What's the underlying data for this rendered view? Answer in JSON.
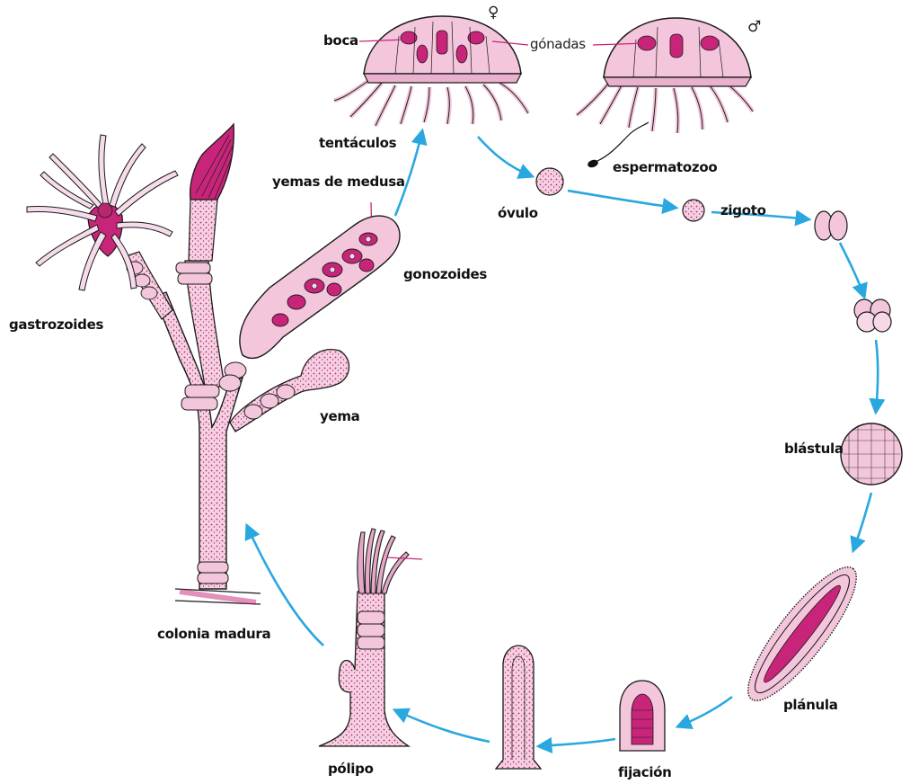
{
  "colors": {
    "tissue": "#f3c6dc",
    "tissue_dark": "#b8266e",
    "magenta": "#c8257a",
    "arrow": "#29a8e0",
    "outline": "#1a1a1a"
  },
  "labels": {
    "boca": "boca",
    "gonadas": "gónadas",
    "tentaculos": "tentáculos",
    "espermatozoo": "espermatozoo",
    "ovulo": "óvulo",
    "zigoto": "zigoto",
    "yemas_de_medusa": "yemas de medusa",
    "gonozoides": "gonozoides",
    "gastrozoides": "gastrozoides",
    "yema": "yema",
    "blastula": "blástula",
    "planula": "plánula",
    "fijacion": "fijación",
    "polipo": "pólipo",
    "colonia_madura": "colonia madura"
  },
  "symbols": {
    "female": "♀",
    "male": "♂"
  }
}
